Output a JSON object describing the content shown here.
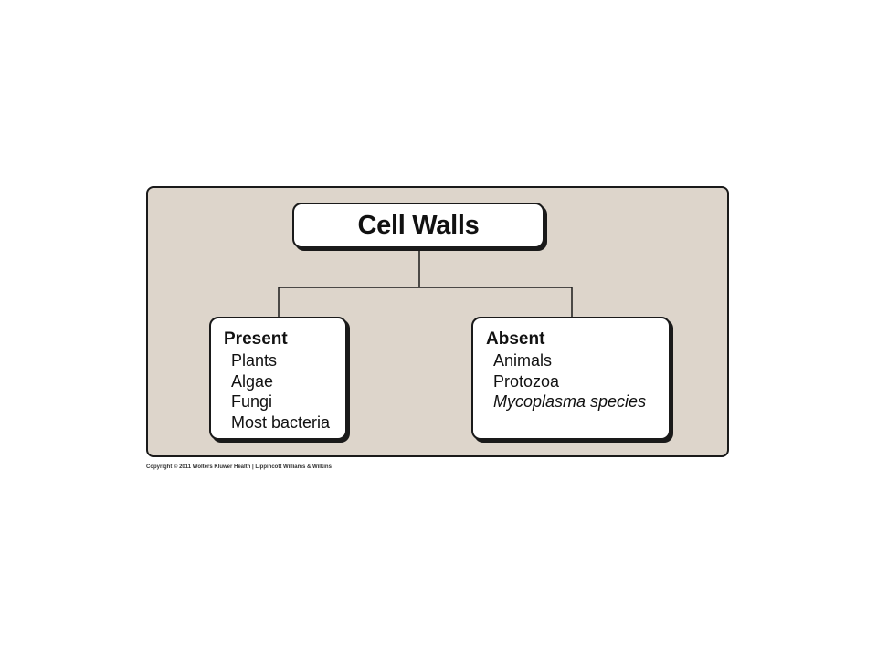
{
  "diagram": {
    "title": "Cell Walls",
    "branches": [
      {
        "heading": "Present",
        "items": [
          {
            "text": "Plants",
            "italic": false
          },
          {
            "text": "Algae",
            "italic": false
          },
          {
            "text": "Fungi",
            "italic": false
          },
          {
            "text": "Most bacteria",
            "italic": false
          }
        ]
      },
      {
        "heading": "Absent",
        "items": [
          {
            "text": "Animals",
            "italic": false
          },
          {
            "text": "Protozoa",
            "italic": false
          },
          {
            "text": "Mycoplasma species",
            "italic": true
          }
        ]
      }
    ]
  },
  "footer": {
    "copyright": "Copyright © 2011 Wolters Kluwer Health | Lippincott Williams & Wilkins"
  },
  "colors": {
    "panel_background": "#ddd5cb",
    "box_background": "#ffffff",
    "outline": "#1a1a1a"
  }
}
